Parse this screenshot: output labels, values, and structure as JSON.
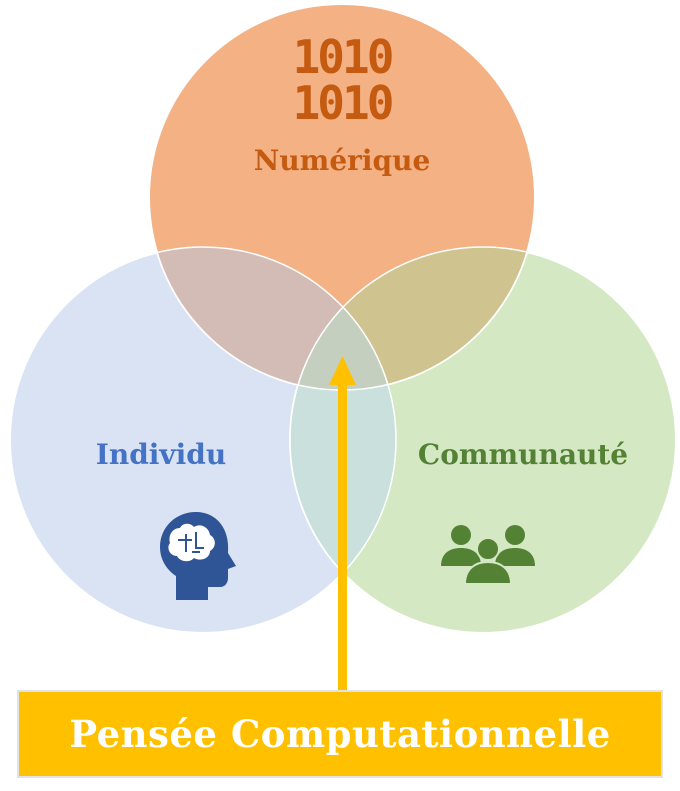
{
  "circles": {
    "top": {
      "label": "Numérique",
      "icon": "binary-code-icon",
      "binary_row1": "1010",
      "binary_row2": "1010",
      "fill": "#f4b183",
      "text_color": "#c55a11"
    },
    "left": {
      "label": "Individu",
      "icon": "brain-head-icon",
      "fill": "#dae3f3",
      "text_color": "#4472c4",
      "icon_color": "#2f5597"
    },
    "right": {
      "label": "Communauté",
      "icon": "people-group-icon",
      "fill": "#d5e8c4",
      "text_color": "#548235",
      "icon_color": "#548235"
    }
  },
  "arrow": {
    "icon": "arrow-up-icon",
    "color": "#ffc000"
  },
  "banner": {
    "label": "Pensée Computationnelle",
    "fill": "#ffc000"
  }
}
